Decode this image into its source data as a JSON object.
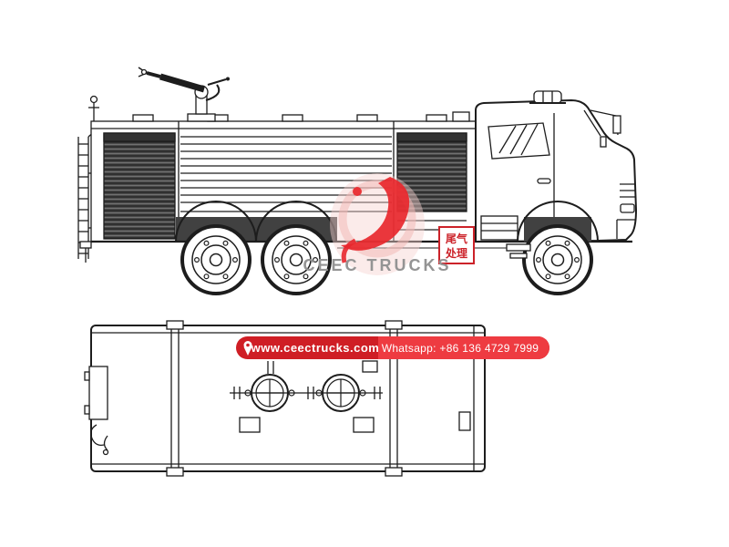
{
  "watermark": {
    "brand": "CEEC TRUCKS",
    "logo_color": "#e8272d",
    "ring_color": "#f2b9b7",
    "text_color": "#949494"
  },
  "banner": {
    "website": "www.ceectrucks.com",
    "whatsapp": "Whatsapp: +86 136 4729 7999",
    "bg_left": "#cf1e25",
    "bg_right": "#ee3b41",
    "text_color": "#ffffff"
  },
  "exhaust_label": {
    "line1": "尾气",
    "line2": "处理",
    "color": "#cc2229"
  },
  "drawing": {
    "line_color": "#1d1d1d",
    "background": "#ffffff"
  }
}
